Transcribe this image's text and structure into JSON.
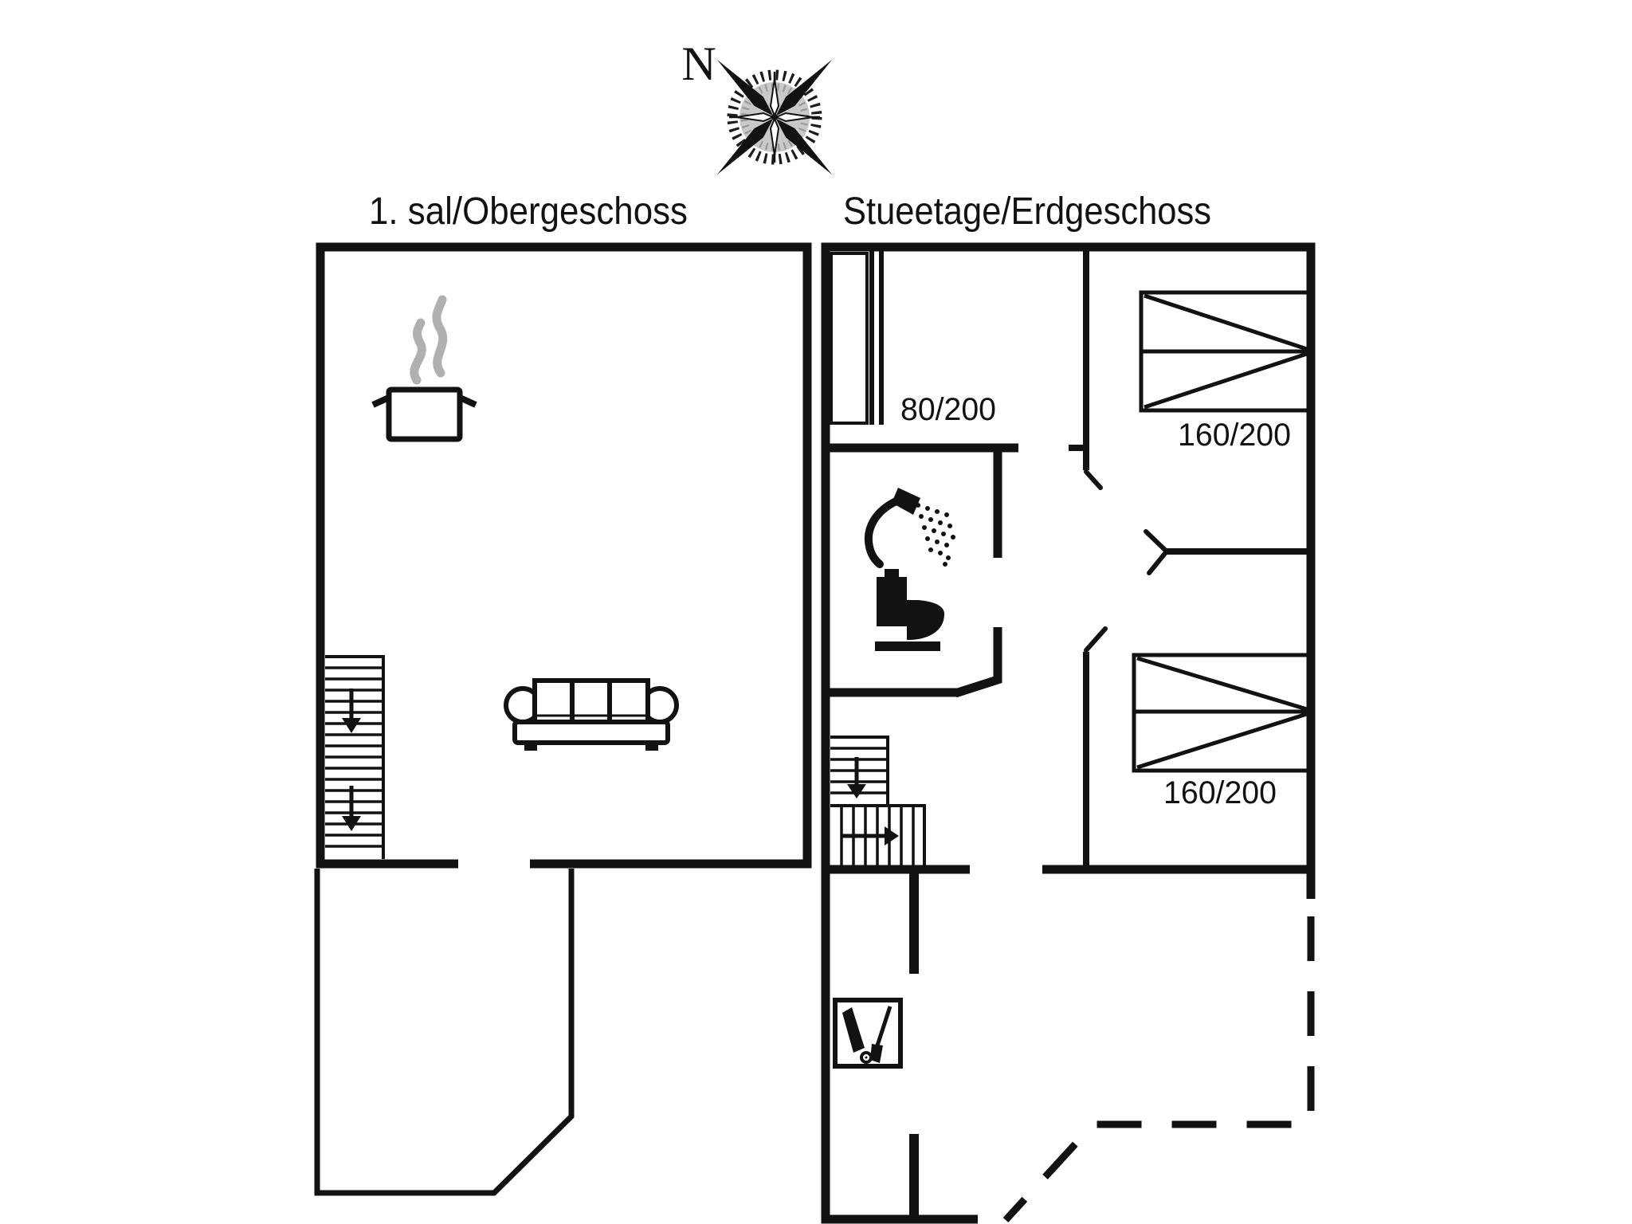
{
  "canvas": {
    "background": "#ffffff",
    "ink": "#121212",
    "steam_color": "#b0b0b0"
  },
  "compass": {
    "north_label": "N"
  },
  "floors": {
    "upper": {
      "title": "1. sal/Obergeschoss"
    },
    "ground": {
      "title": "Stueetage/Erdgeschoss",
      "beds": [
        {
          "id": "single-bed",
          "size_label": "80/200"
        },
        {
          "id": "double-bed-north",
          "size_label": "160/200"
        },
        {
          "id": "double-bed-south",
          "size_label": "160/200"
        }
      ]
    }
  },
  "icons": [
    {
      "name": "compass-rose-icon",
      "meaning": "north orientation compass"
    },
    {
      "name": "cooking-pot-icon",
      "meaning": "kitchen"
    },
    {
      "name": "steam-icon",
      "meaning": "steam above pot"
    },
    {
      "name": "sofa-icon",
      "meaning": "living room sofa"
    },
    {
      "name": "stairs-down-upper-icon",
      "meaning": "staircase with down arrows"
    },
    {
      "name": "stairs-ground-icon",
      "meaning": "staircase with direction arrows"
    },
    {
      "name": "shower-icon",
      "meaning": "bathroom shower"
    },
    {
      "name": "toilet-icon",
      "meaning": "bathroom toilet"
    },
    {
      "name": "wood-stove-icon",
      "meaning": "wood burning stove"
    }
  ]
}
